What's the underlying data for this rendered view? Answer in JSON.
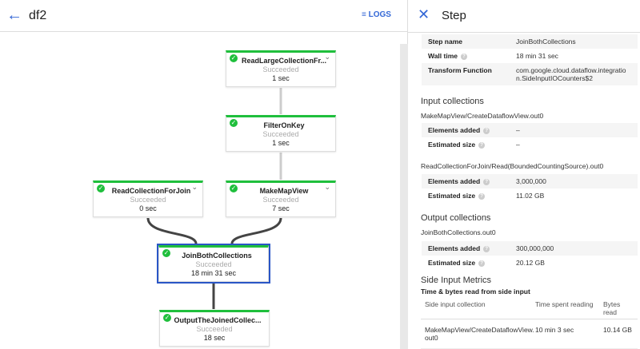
{
  "header": {
    "title": "df2",
    "back_icon": "arrow-left-icon",
    "logs_label": "LOGS",
    "logs_icon": "list-icon"
  },
  "graph": {
    "status_color": "#1fbf3c",
    "selected_color": "#2a56c6",
    "nodes": [
      {
        "name": "ReadLargeCollectionFr...",
        "status": "Succeeded",
        "time": "1 sec"
      },
      {
        "name": "FilterOnKey",
        "status": "Succeeded",
        "time": "1 sec"
      },
      {
        "name": "ReadCollectionForJoin",
        "status": "Succeeded",
        "time": "0 sec"
      },
      {
        "name": "MakeMapView",
        "status": "Succeeded",
        "time": "7 sec"
      },
      {
        "name": "JoinBothCollections",
        "status": "Succeeded",
        "time": "18 min 31 sec",
        "selected": true
      },
      {
        "name": "OutputTheJoinedCollec...",
        "status": "Succeeded",
        "time": "18 sec"
      }
    ]
  },
  "panel": {
    "title": "Step",
    "close_icon": "close-icon",
    "info": [
      {
        "k": "Step name",
        "v": "JoinBothCollections"
      },
      {
        "k": "Wall time",
        "v": "18 min 31 sec"
      },
      {
        "k": "Transform Function",
        "v": "com.google.cloud.dataflow.integration.SideInputIOCounters$2"
      }
    ],
    "input_heading": "Input collections",
    "inputs": [
      {
        "name": "MakeMapView/CreateDataflowView.out0",
        "elements_label": "Elements added",
        "elements": "–",
        "size_label": "Estimated size",
        "size": "–"
      },
      {
        "name": "ReadCollectionForJoin/Read(BoundedCountingSource).out0",
        "elements_label": "Elements added",
        "elements": "3,000,000",
        "size_label": "Estimated size",
        "size": "11.02 GB"
      }
    ],
    "output_heading": "Output collections",
    "output": {
      "name": "JoinBothCollections.out0",
      "elements_label": "Elements added",
      "elements": "300,000,000",
      "size_label": "Estimated size",
      "size": "20.12 GB"
    },
    "side_heading": "Side Input Metrics",
    "side_sub": "Time & bytes read from side input",
    "side_cols": [
      "Side input collection",
      "Time spent reading",
      "Bytes read"
    ],
    "side_rows": [
      {
        "c": "MakeMapView/CreateDataflowView.out0",
        "t": "10 min 3 sec",
        "b": "10.14 GB"
      }
    ]
  }
}
